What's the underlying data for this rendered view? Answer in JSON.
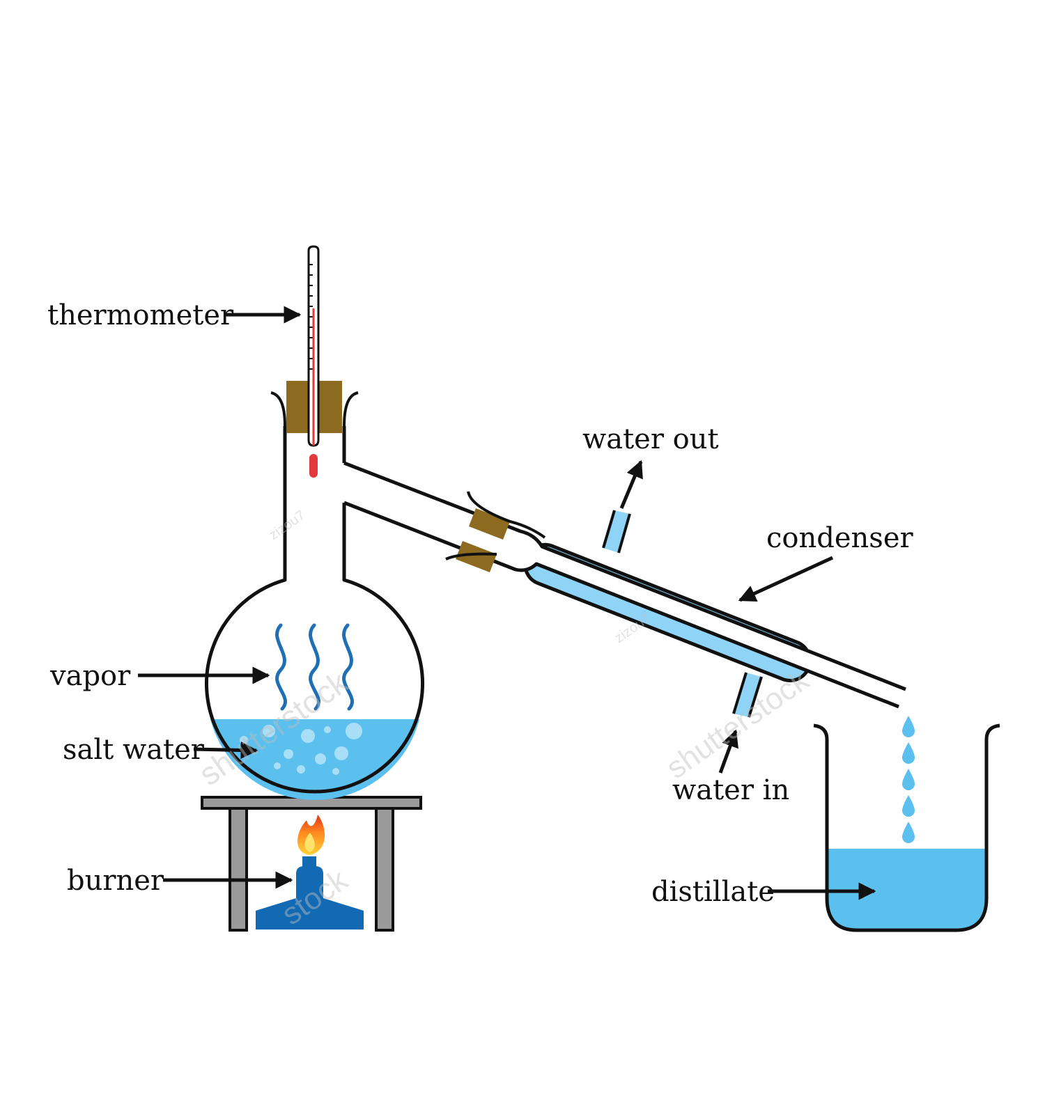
{
  "labels": {
    "thermometer": "thermometer",
    "vapor": "vapor",
    "salt_water": "salt water",
    "burner": "burner",
    "water_out": "water out",
    "condenser": "condenser",
    "water_in": "water in",
    "distillate": "distillate"
  },
  "watermarks": {
    "brand": "shutterstock",
    "brand_short": "stock",
    "contributor": "zizou7"
  },
  "colors": {
    "outline": "#111111",
    "liquid": "#5bc0ee",
    "coolant": "#8fd4f7",
    "cork": "#8c6a1f",
    "mercury": "#e23a3a",
    "vapor": "#1f6fb5",
    "burner": "#1269b4",
    "stand": "#9a9a9a"
  },
  "icons": [
    "thermometer-icon",
    "flame-icon",
    "droplet-icon",
    "vapor-wave-icon"
  ]
}
